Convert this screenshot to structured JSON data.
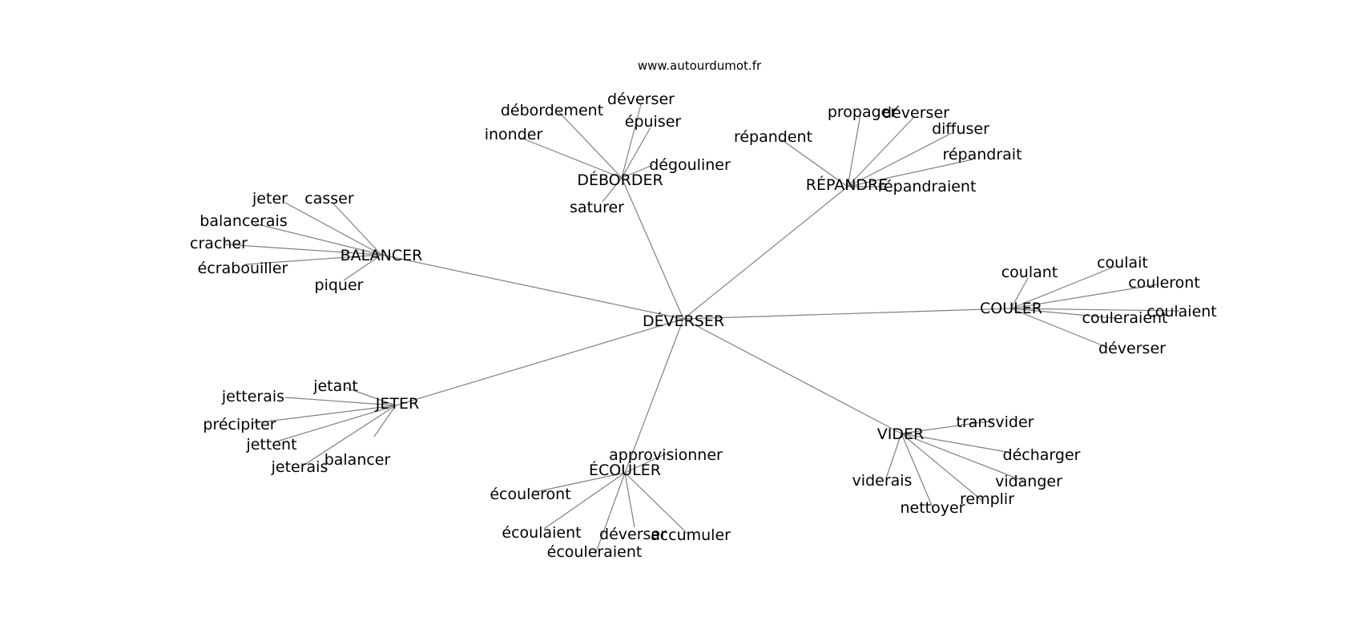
{
  "site": "www.autourdumot.fr",
  "center": "DÉVERSER",
  "clusters": [
    {
      "id": "balancer",
      "label": "BALANCER",
      "words": [
        "jeter",
        "casser",
        "balancerais",
        "cracher",
        "écrabouiller",
        "piquer"
      ]
    },
    {
      "id": "deborder",
      "label": "DÉBORDER",
      "words": [
        "débordement",
        "déverser",
        "épuiser",
        "inonder",
        "dégouliner",
        "saturer"
      ]
    },
    {
      "id": "repandre",
      "label": "RÉPANDRE",
      "words": [
        "propager",
        "déverser",
        "diffuser",
        "répandent",
        "répandrait",
        "répandraient"
      ]
    },
    {
      "id": "couler",
      "label": "COULER",
      "words": [
        "coulant",
        "coulait",
        "couleront",
        "couleraient",
        "coulaient",
        "déverser"
      ]
    },
    {
      "id": "jeter",
      "label": "JETER",
      "words": [
        "jetant",
        "jetterais",
        "précipiter",
        "jettent",
        "jeterais",
        "balancer"
      ]
    },
    {
      "id": "ecouler",
      "label": "ÉCOULER",
      "words": [
        "approvisionner",
        "écouleront",
        "écoulaient",
        "déverser",
        "accumuler",
        "écouleraient"
      ]
    },
    {
      "id": "vider",
      "label": "VIDER",
      "words": [
        "transvider",
        "décharger",
        "viderais",
        "vidanger",
        "remplir",
        "nettoyer"
      ]
    }
  ]
}
